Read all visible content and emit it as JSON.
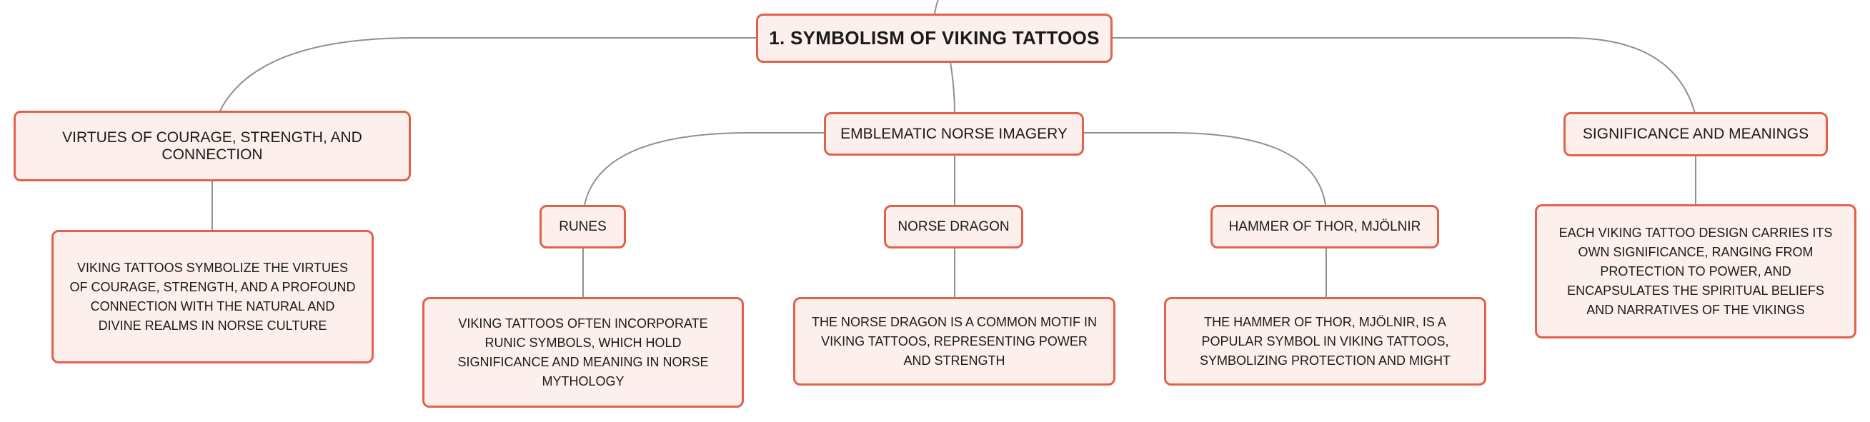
{
  "mindmap": {
    "root": {
      "label": "1. SYMBOLISM OF VIKING TATTOOS"
    },
    "branches": [
      {
        "label": "VIRTUES OF COURAGE, STRENGTH, AND CONNECTION",
        "detail": "VIKING TATTOOS SYMBOLIZE THE VIRTUES OF COURAGE, STRENGTH, AND A PROFOUND CONNECTION WITH THE NATURAL AND DIVINE REALMS IN NORSE CULTURE"
      },
      {
        "label": "EMBLEMATIC NORSE IMAGERY",
        "children": [
          {
            "label": "RUNES",
            "detail": "VIKING TATTOOS OFTEN INCORPORATE RUNIC SYMBOLS, WHICH HOLD SIGNIFICANCE AND MEANING IN NORSE MYTHOLOGY"
          },
          {
            "label": "NORSE DRAGON",
            "detail": "THE NORSE DRAGON IS A COMMON MOTIF IN VIKING TATTOOS, REPRESENTING POWER AND STRENGTH"
          },
          {
            "label": "HAMMER OF THOR, MJÖLNIR",
            "detail": "THE HAMMER OF THOR, MJÖLNIR, IS A POPULAR SYMBOL IN VIKING TATTOOS, SYMBOLIZING PROTECTION AND MIGHT"
          }
        ]
      },
      {
        "label": "SIGNIFICANCE AND MEANINGS",
        "detail": "EACH VIKING TATTOO DESIGN CARRIES ITS OWN SIGNIFICANCE, RANGING FROM PROTECTION TO POWER, AND ENCAPSULATES THE SPIRITUAL BELIEFS AND NARRATIVES OF THE VIKINGS"
      }
    ]
  },
  "colors": {
    "node_border": "#e2614b",
    "node_fill": "#fdefeb",
    "connector": "#8f8f8f",
    "text": "#1a1a1a"
  }
}
